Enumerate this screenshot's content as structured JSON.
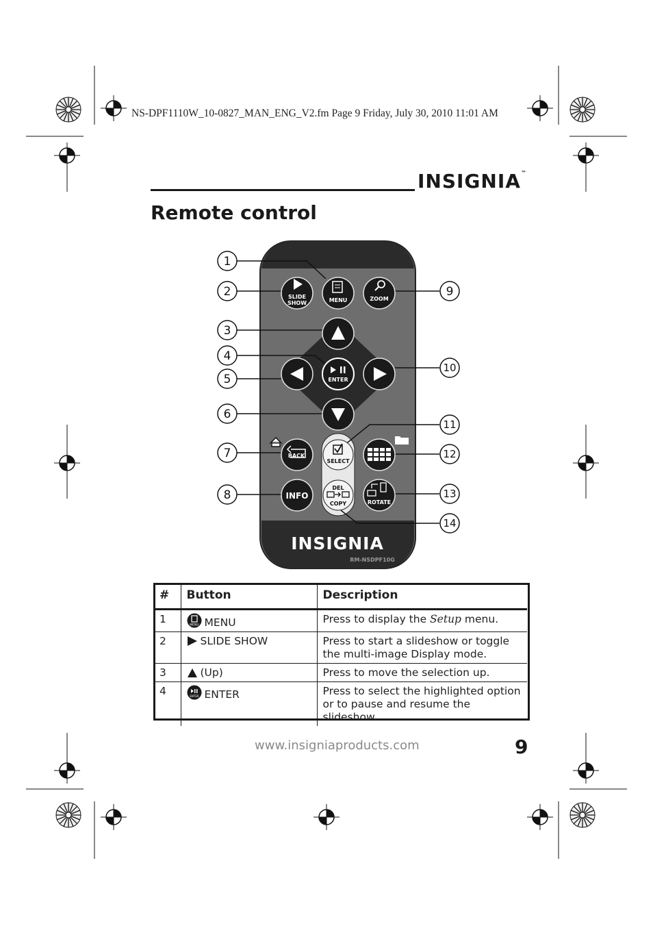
{
  "print_header": "NS-DPF1110W_10-0827_MAN_ENG_V2.fm  Page 9  Friday, July 30, 2010  11:01 AM",
  "brand": {
    "name": "INSIGNIA",
    "tm": "™"
  },
  "page_title": "Remote control",
  "remote": {
    "buttons": {
      "slide_show": [
        "SLIDE",
        "SHOW"
      ],
      "menu": "MENU",
      "zoom": "ZOOM",
      "enter": "ENTER",
      "back": "BACK",
      "select": "SELECT",
      "info": "INFO",
      "del": "DEL",
      "copy": "COPY",
      "rotate": "ROTATE"
    },
    "logo": "INSIGNIA",
    "model": "RM-NSDPF10G",
    "callouts": [
      "1",
      "2",
      "3",
      "4",
      "5",
      "6",
      "7",
      "8",
      "9",
      "10",
      "11",
      "12",
      "13",
      "14"
    ]
  },
  "table": {
    "headers": [
      "#",
      "Button",
      "Description"
    ],
    "rows": [
      {
        "num": "1",
        "button": "MENU",
        "icon": "menu-icon",
        "desc_pre": "Press to display the ",
        "desc_em": "Setup",
        "desc_post": " menu."
      },
      {
        "num": "2",
        "button": "SLIDE SHOW",
        "icon": "play-icon",
        "desc_pre": "Press to start a slideshow or toggle the multi-image Display mode.",
        "desc_em": "",
        "desc_post": ""
      },
      {
        "num": "3",
        "button": "(Up)",
        "icon": "up-arrow-icon",
        "desc_pre": "Press to move the selection up.",
        "desc_em": "",
        "desc_post": ""
      },
      {
        "num": "4",
        "button": "ENTER",
        "icon": "enter-icon",
        "desc_pre": "Press to select the highlighted option or to pause and resume the slideshow.",
        "desc_em": "",
        "desc_post": ""
      }
    ]
  },
  "footer": {
    "url": "www.insigniaproducts.com",
    "page_number": "9"
  },
  "colors": {
    "remote_body": "#6e6e6e",
    "remote_dark": "#2b2b2b",
    "button": "#1e1e1e",
    "text": "#1a1a1a",
    "url": "#8a8a8a"
  }
}
